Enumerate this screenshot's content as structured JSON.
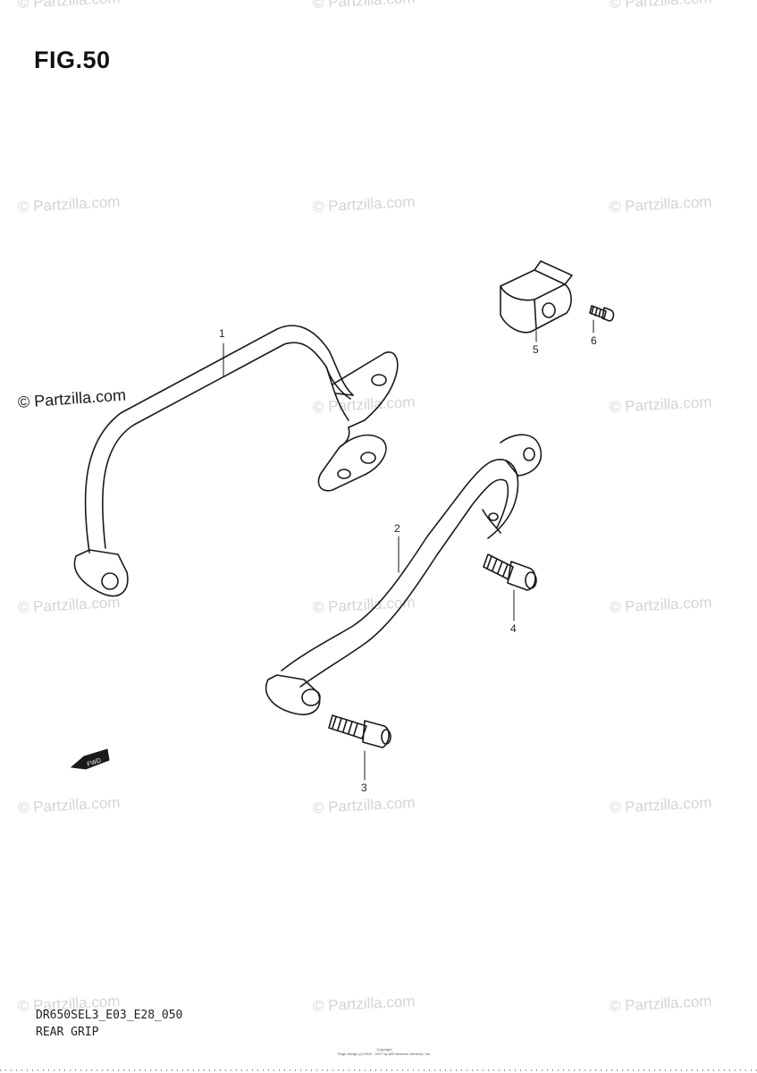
{
  "figure": {
    "title": "FIG.50"
  },
  "footer": {
    "code": "DR650SEL3_E03_E28_050",
    "name": "REAR GRIP"
  },
  "copyright": {
    "line1": "Copyright",
    "line2": "Page design (c) 2004 - 2017 by ARI Network Services, Inc."
  },
  "watermark": {
    "text": "© Partzilla.com"
  },
  "callouts": {
    "c1": "1",
    "c2": "2",
    "c3": "3",
    "c4": "4",
    "c5": "5",
    "c6": "6"
  },
  "fwd_label": "FWD"
}
